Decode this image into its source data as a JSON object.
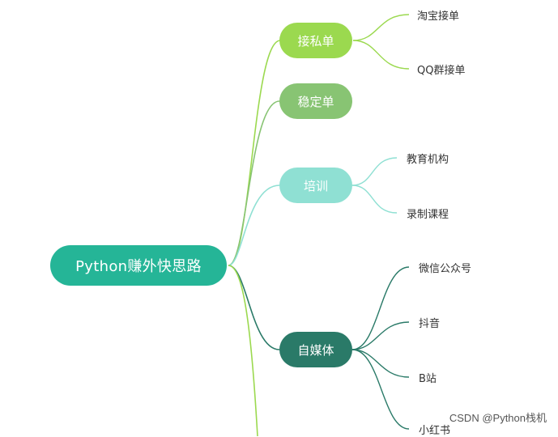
{
  "colors": {
    "root": "#25b597",
    "green_light": "#9bd94f",
    "green_mid": "#88c473",
    "teal_light": "#8fe0d3",
    "teal_dark": "#2a7a68"
  },
  "root": {
    "label": "Python赚外快思路"
  },
  "branches": [
    {
      "label": "接私单",
      "leaves": [
        "淘宝接单",
        "QQ群接单"
      ]
    },
    {
      "label": "稳定单",
      "leaves": []
    },
    {
      "label": "培训",
      "leaves": [
        "教育机构",
        "录制课程"
      ]
    },
    {
      "label": "自媒体",
      "leaves": [
        "微信公众号",
        "抖音",
        "B站",
        "小红书"
      ]
    }
  ],
  "watermark": "CSDN @Python栈机"
}
